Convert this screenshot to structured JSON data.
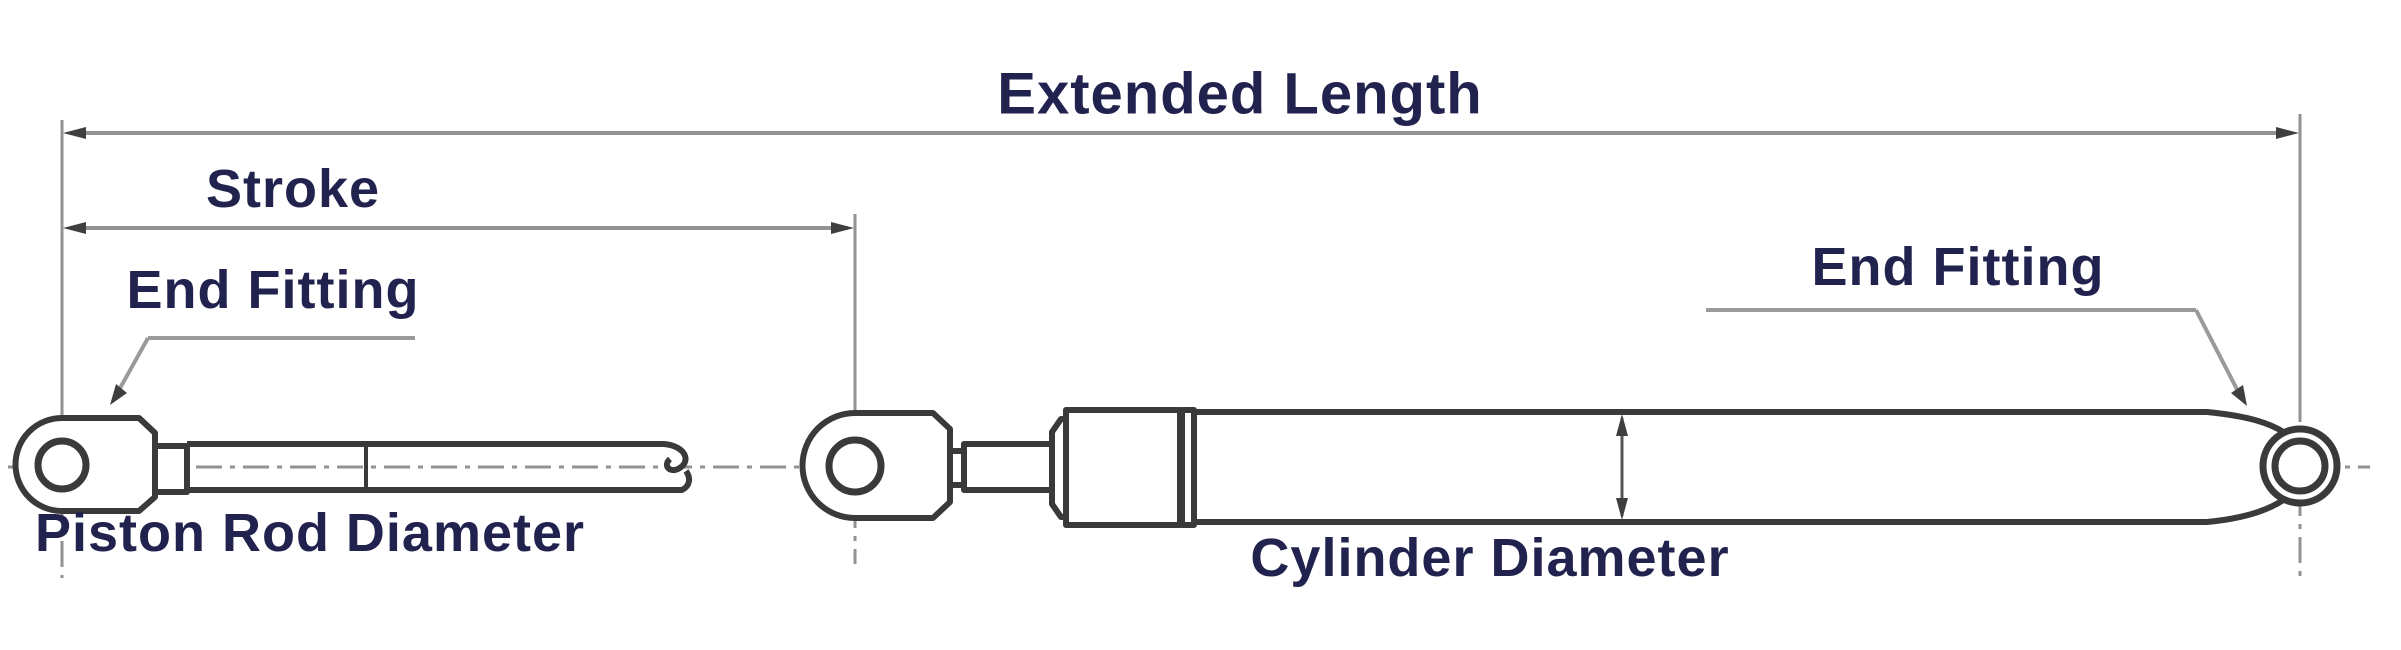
{
  "diagram": {
    "title": "Gas spring dimension diagram",
    "labels": {
      "extended_length": "Extended Length",
      "stroke": "Stroke",
      "end_fitting_left": "End Fitting",
      "end_fitting_right": "End Fitting",
      "piston_rod_diameter": "Piston Rod Diameter",
      "cylinder_diameter": "Cylinder Diameter"
    },
    "colors": {
      "background": "#ffffff",
      "outline": "#3a3a3a",
      "dimension_line": "#929292",
      "leader_line": "#9a9a9a",
      "arrowhead": "#3f3f3f",
      "label_text": "#22224f"
    }
  }
}
